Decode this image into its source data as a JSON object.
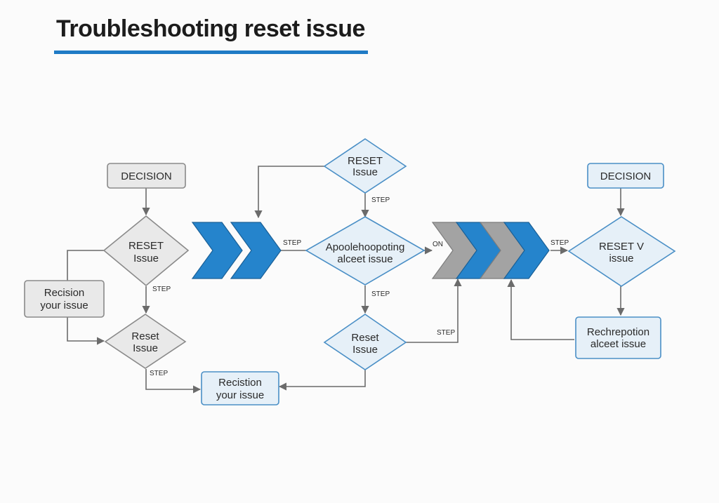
{
  "title": "Troubleshooting reset issue",
  "colors": {
    "accent": "#1f7bc5",
    "chevron_blue": "#2584cc",
    "chevron_gray": "#a3a3a3",
    "gray_box_fill": "#e9e9e9",
    "blue_box_fill": "#e6f0f8",
    "gray_stroke": "#8a8a8a",
    "blue_stroke": "#4a8fc6",
    "edge": "#6b6b6b"
  },
  "nodes": {
    "decision_left": {
      "lines": [
        "DECISION"
      ]
    },
    "reset_issue_left_upper": {
      "lines": [
        "RESET",
        "Issue"
      ]
    },
    "recision_left": {
      "lines": [
        "Recision",
        "your issue"
      ]
    },
    "reset_issue_left_lower": {
      "lines": [
        "Reset",
        "Issue"
      ]
    },
    "recision_bottom": {
      "lines": [
        "Recistion",
        "your issue"
      ]
    },
    "reset_issue_top": {
      "lines": [
        "RESET",
        "Issue"
      ]
    },
    "apoolehoopoting": {
      "lines": [
        "Apoolehoopoting",
        "alceet issue"
      ]
    },
    "reset_issue_center_lower": {
      "lines": [
        "Reset",
        "Issue"
      ]
    },
    "decision_right": {
      "lines": [
        "DECISION"
      ]
    },
    "reset_v_issue": {
      "lines": [
        "RESET  V",
        "issue"
      ]
    },
    "rechrepotion": {
      "lines": [
        "Rechrepotion",
        "alceet issue"
      ]
    }
  },
  "edge_labels": {
    "left_upper_down": "STEP",
    "left_lower_down": "STEP",
    "into_apoolehoopoting": "STEP",
    "top_down": "STEP",
    "center_down": "STEP",
    "center_lower_right": "STEP",
    "on_label": "ON",
    "into_reset_v": "STEP"
  }
}
